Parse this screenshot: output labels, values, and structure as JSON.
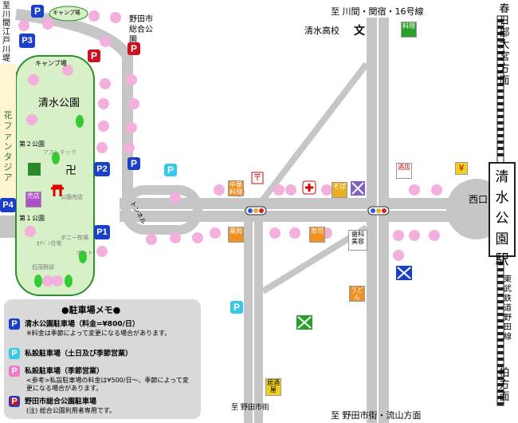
{
  "colors": {
    "road": "#c6c6c6",
    "park": "#d8f0c8",
    "park_border": "#2c8f2c",
    "parking_blue": "#1a3fc8",
    "parking_cyan": "#35c8e8",
    "parking_pink": "#f07ac8",
    "parking_red_blue": "#cc1020",
    "legend_bg": "#d9d9d9",
    "blossom": "#f4b0dc",
    "tree": "#33cc33",
    "fantasia_bg": "#fff4d0"
  },
  "labels": {
    "north_road": "至 川間・関宿・16号線",
    "south_road": "至 野田市街・流山方面",
    "south_small": "至 野田市街",
    "edogawa": "至川間江戸川堤",
    "kasukabe": "春日部大宮方面",
    "kashiwa": "柏方面",
    "railway": "東武鉄道野田線",
    "station": "清水公園駅",
    "west_exit": "西口",
    "school": "清水高校",
    "school_icon": "文",
    "sogo_park": "野田市総合公園",
    "park_name": "清水公園",
    "park2": "第２公園",
    "park1": "第１公園",
    "camp1": "キャンプ場",
    "camp2": "キャンプ場",
    "athletic": "アスレチック",
    "fantasia": "花ファンタジア",
    "tunnel": "トンネル",
    "pony": "ポニー牧場",
    "old_house": "旧茂野邸",
    "ikkenya": "ｶﾅﾍﾞﾝ住宅",
    "boat": "ボート",
    "shrine_label": "公園売店",
    "shop_label": "売店"
  },
  "parking_tags": {
    "P": "P",
    "P1": "P1",
    "P2": "P2",
    "P3": "P3",
    "P4": "P4"
  },
  "shops": {
    "ryori": "料理",
    "chuka": "中華料理",
    "yakkyoku": "薬局",
    "sushi": "寿司",
    "sake": "酒店",
    "soba": "そば",
    "biyou": "歯科美容",
    "udon": "うどん",
    "izakaya": "居酒屋",
    "yubin": "〒",
    "yen": "¥"
  },
  "legend": {
    "title": "●駐車場メモ●",
    "rows": [
      {
        "icon": "P",
        "title": "清水公園駐車場（料金=¥800/日）",
        "note": "※料金は季節によって変更になる場合があります。"
      },
      {
        "icon": "P",
        "title": "私設駐車場（土日及び季節営業）",
        "note": ""
      },
      {
        "icon": "P",
        "title": "私設駐車場（季節営業）",
        "note": "<参考>私設駐車場の料金は¥500/日～、季節によって変更になる場合があります。"
      },
      {
        "icon": "P",
        "title": "野田市総合公園駐車場",
        "note": "(注) 総合公園利用者専用です。"
      }
    ]
  }
}
